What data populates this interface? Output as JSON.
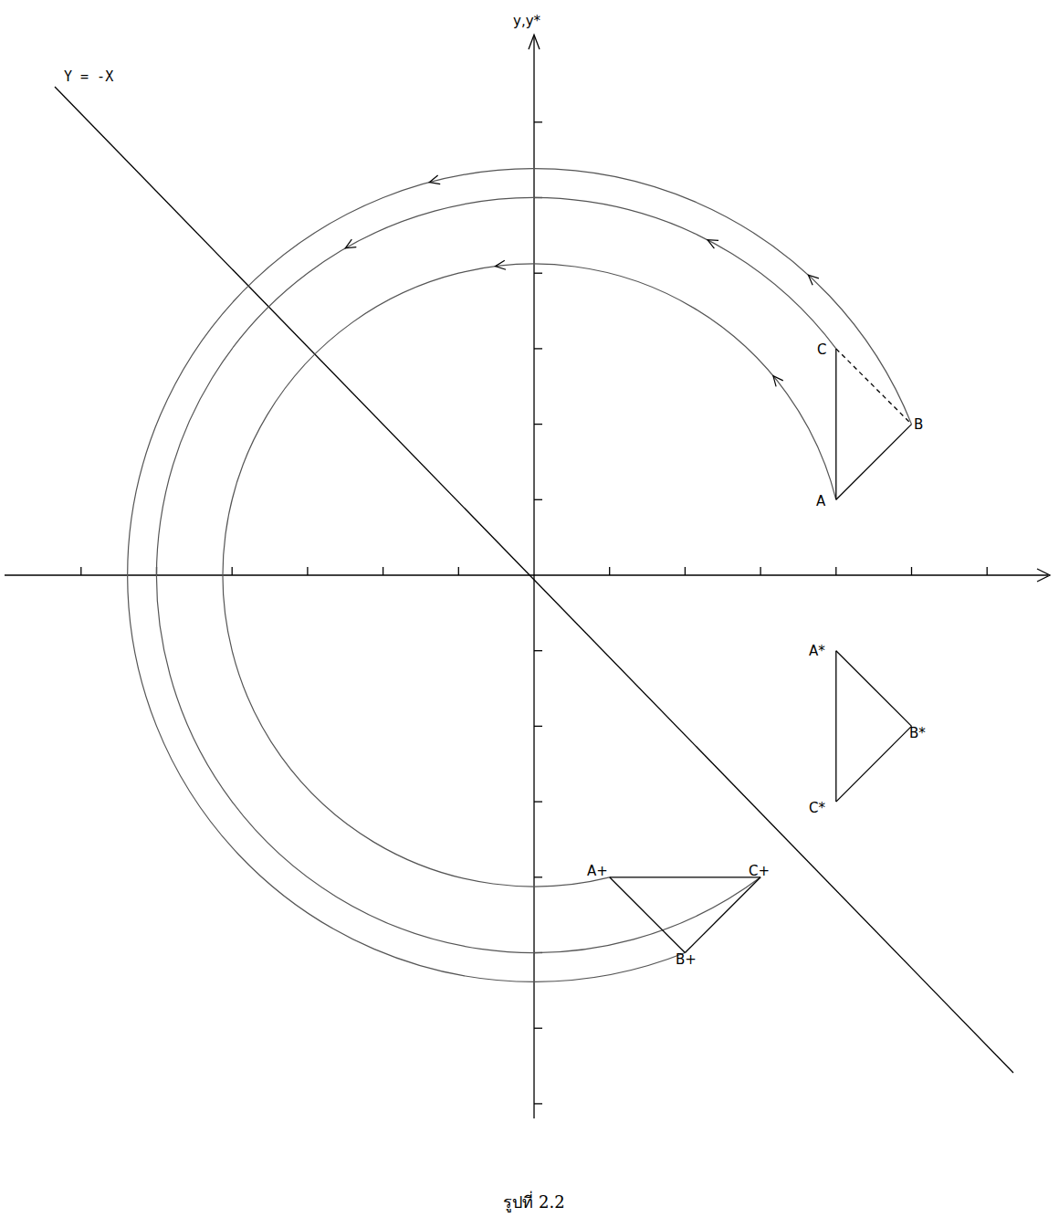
{
  "diagram": {
    "caption": "รูปที่ 2.2",
    "labels": [
      "y,y*",
      "Y = -X",
      "C",
      "B",
      "A",
      "A*",
      "B*",
      "C*",
      "A+",
      "C+",
      "B+"
    ]
  }
}
